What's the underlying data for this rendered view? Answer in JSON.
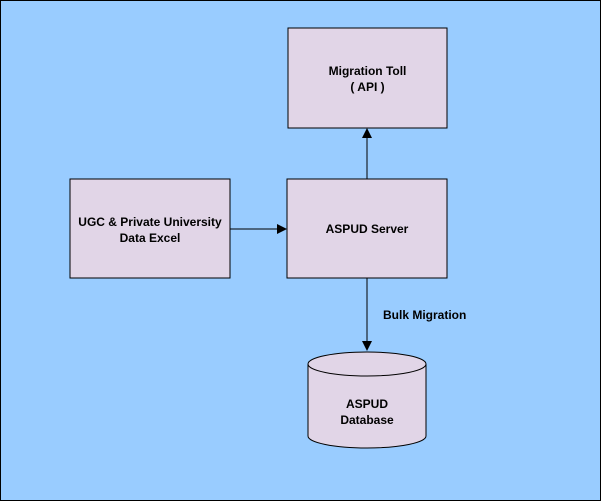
{
  "diagram": {
    "colors": {
      "background": "#99ccff",
      "node_fill": "#e1d5e7",
      "stroke": "#000000"
    },
    "nodes": {
      "migration_tool": {
        "line1": "Migration Toll",
        "line2": "( API )"
      },
      "data_excel": {
        "line1": "UGC & Private University",
        "line2": "Data Excel"
      },
      "aspud_server": {
        "label": "ASPUD Server"
      },
      "aspud_database": {
        "line1": "ASPUD",
        "line2": "Database"
      }
    },
    "edges": {
      "bulk_migration": {
        "label": "Bulk Migration"
      }
    }
  }
}
